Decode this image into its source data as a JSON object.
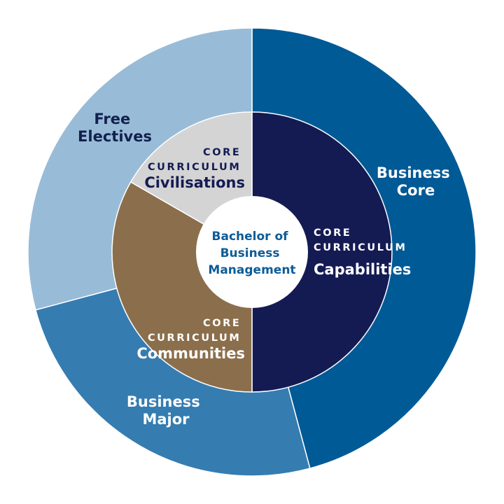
{
  "diagram": {
    "center": {
      "lines": [
        "Bachelor of",
        "Business",
        "Management"
      ],
      "color": "#0d5c97"
    },
    "outer_ring": [
      {
        "name": "business-core",
        "lines": [
          "Business",
          "Core"
        ],
        "fill": "#005a96",
        "text_color": "#ffffff"
      },
      {
        "name": "business-major",
        "lines": [
          "Business",
          "Major"
        ],
        "fill": "#357cb1",
        "text_color": "#ffffff"
      },
      {
        "name": "free-electives",
        "lines": [
          "Free",
          "Electives"
        ],
        "fill": "#98bcd8",
        "text_color": "#13204e"
      }
    ],
    "inner_ring": [
      {
        "name": "capabilities",
        "prefix": "CORE",
        "prefix2": "CURRICULUM",
        "title": "Capabilities",
        "fill": "#141b53",
        "prefix_color": "#ffffff",
        "title_color": "#ffffff"
      },
      {
        "name": "communities",
        "prefix": "CORE",
        "prefix2": "CURRICULUM",
        "title": "Communities",
        "fill": "#8b6e4b",
        "prefix_color": "#ffffff",
        "title_color": "#ffffff"
      },
      {
        "name": "civilisations",
        "prefix": "CORE",
        "prefix2": "CURRICULUM",
        "title": "Civilisations",
        "fill": "#d4d4d4",
        "prefix_color": "#141b53",
        "title_color": "#141b53"
      }
    ]
  }
}
